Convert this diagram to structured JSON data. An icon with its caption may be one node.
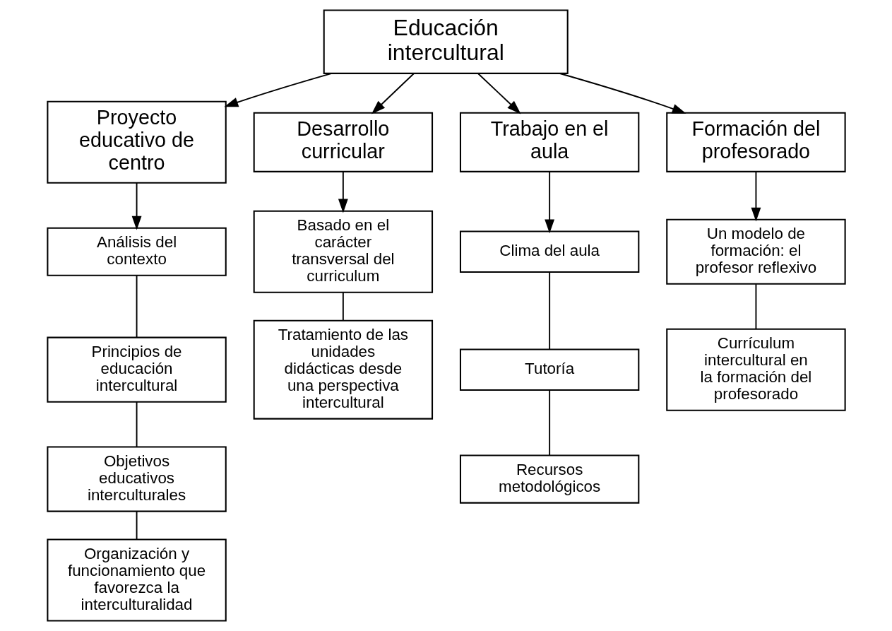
{
  "diagram": {
    "nodes": [
      {
        "text": [
          "Educación intercultural"
        ]
      },
      {
        "text": [
          "Proyecto educativo de centro"
        ]
      },
      {
        "text": [
          "Desarrollo curricular"
        ]
      },
      {
        "text": [
          "Trabajo en el aula"
        ]
      },
      {
        "text": [
          "Formación del profesorado"
        ]
      },
      {
        "text": [
          "Análisis del contexto"
        ]
      },
      {
        "text": [
          "Principios de educación intercultural"
        ]
      },
      {
        "text": [
          "Objetivos educativos interculturales"
        ]
      },
      {
        "text": [
          "Organización y funcionamiento que favorezca la interculturalidad"
        ]
      },
      {
        "text": [
          "Basado en el carácter transversal del curriculum"
        ]
      },
      {
        "text": [
          "Tratamiento de las unidades didácticas desde una perspectiva intercultural"
        ]
      },
      {
        "text": [
          "Clima del aula"
        ]
      },
      {
        "text": [
          "Tutoría"
        ]
      },
      {
        "text": [
          "Recursos metodológicos"
        ]
      },
      {
        "text": [
          "Un modelo de formación: el profesor reflexivo"
        ]
      },
      {
        "text": [
          "Currículum intercultural en la formación del profesorado"
        ]
      }
    ],
    "edges": [
      {
        "from": 0,
        "to": 1,
        "arrow": "to"
      },
      {
        "from": 0,
        "to": 2,
        "arrow": "to"
      },
      {
        "from": 0,
        "to": 3,
        "arrow": "to"
      },
      {
        "from": 0,
        "to": 4,
        "arrow": "to"
      },
      {
        "from": 1,
        "to": 5,
        "arrow": "to"
      },
      {
        "from": 5,
        "to": 6,
        "arrow": "none"
      },
      {
        "from": 6,
        "to": 7,
        "arrow": "none"
      },
      {
        "from": 7,
        "to": 8,
        "arrow": "none"
      },
      {
        "from": 2,
        "to": 9,
        "arrow": "to"
      },
      {
        "from": 9,
        "to": 10,
        "arrow": "none"
      },
      {
        "from": 3,
        "to": 11,
        "arrow": "to"
      },
      {
        "from": 11,
        "to": 12,
        "arrow": "none"
      },
      {
        "from": 12,
        "to": 13,
        "arrow": "none"
      },
      {
        "from": 4,
        "to": 14,
        "arrow": "to"
      },
      {
        "from": 14,
        "to": 15,
        "arrow": "none"
      }
    ]
  }
}
